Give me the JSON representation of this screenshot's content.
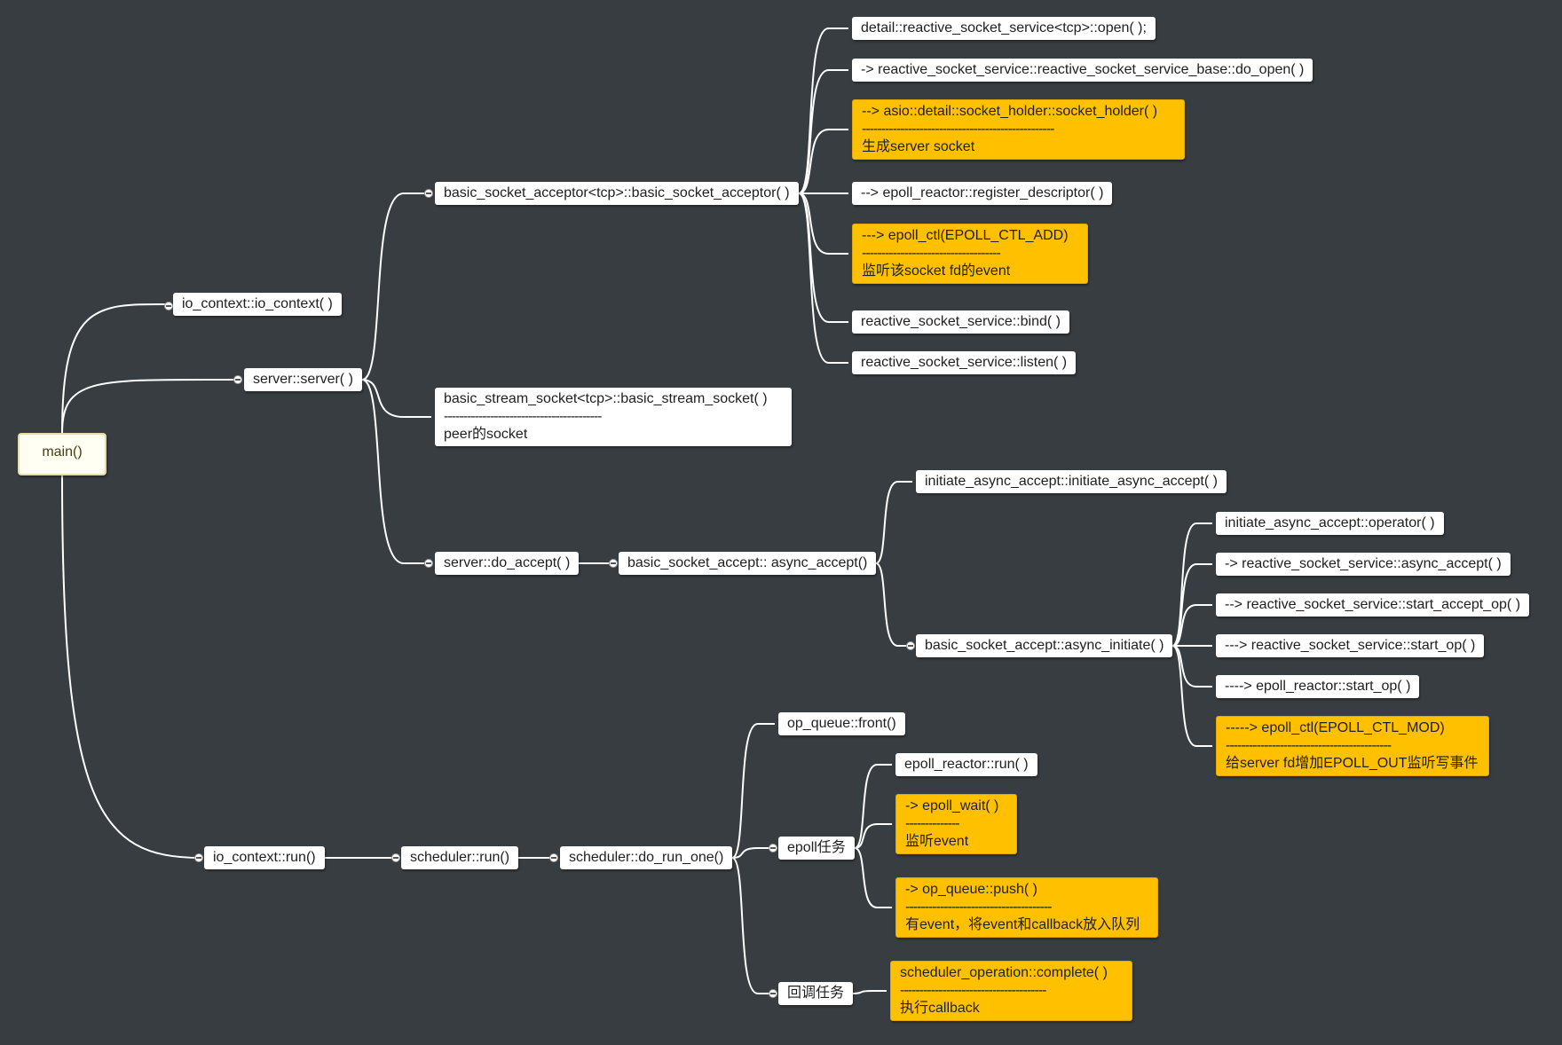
{
  "nodes": {
    "main": "main()",
    "io_context_ctor": "io_context::io_context( )",
    "server_ctor": "server::server( )",
    "acceptor_ctor": "basic_socket_acceptor<tcp>::basic_socket_acceptor( )",
    "open": "detail::reactive_socket_service<tcp>::open( );",
    "do_open": "-> reactive_socket_service::reactive_socket_service_base::do_open( )",
    "socket_holder": [
      "--> asio::detail::socket_holder::socket_holder( )",
      "--------------------------------------------------",
      "生成server socket"
    ],
    "register_descriptor": "--> epoll_reactor::register_descriptor( )",
    "epoll_ctl_add": [
      "---> epoll_ctl(EPOLL_CTL_ADD)",
      "------------------------------------",
      "监听该socket fd的event"
    ],
    "bind": "reactive_socket_service::bind( )",
    "listen": "reactive_socket_service::listen( )",
    "stream_socket": [
      "basic_stream_socket<tcp>::basic_stream_socket( )",
      "-----------------------------------------",
      "peer的socket"
    ],
    "do_accept": "server::do_accept( )",
    "async_accept": "basic_socket_accept:: async_accept()",
    "initiate_ctor": "initiate_async_accept::initiate_async_accept( )",
    "async_initiate": "basic_socket_accept::async_initiate( )",
    "initiate_operator": "initiate_async_accept::operator( )",
    "rs_async_accept": "-> reactive_socket_service::async_accept( )",
    "start_accept_op": "--> reactive_socket_service::start_accept_op( )",
    "start_op": "---> reactive_socket_service::start_op( )",
    "reactor_start_op": "----> epoll_reactor::start_op( )",
    "epoll_ctl_mod": [
      "-----> epoll_ctl(EPOLL_CTL_MOD)",
      "-------------------------------------------",
      "给server fd增加EPOLL_OUT监听写事件"
    ],
    "io_context_run": "io_context::run()",
    "scheduler_run": "scheduler::run()",
    "do_run_one": "scheduler::do_run_one()",
    "op_queue_front": "op_queue::front()",
    "epoll_task": "epoll任务",
    "reactor_run": "epoll_reactor::run( )",
    "epoll_wait": [
      "-> epoll_wait( )",
      "--------------",
      "监听event"
    ],
    "op_queue_push": [
      "-> op_queue::push( )",
      "--------------------------------------",
      "有event，将event和callback放入队列"
    ],
    "callback_task": "回调任务",
    "complete": [
      "scheduler_operation::complete( )",
      "--------------------------------------",
      "执行callback"
    ]
  },
  "colors": {
    "background": "#373d40",
    "node": "#ffffff",
    "highlight": "#ffc000",
    "connector": "#ffffff"
  }
}
